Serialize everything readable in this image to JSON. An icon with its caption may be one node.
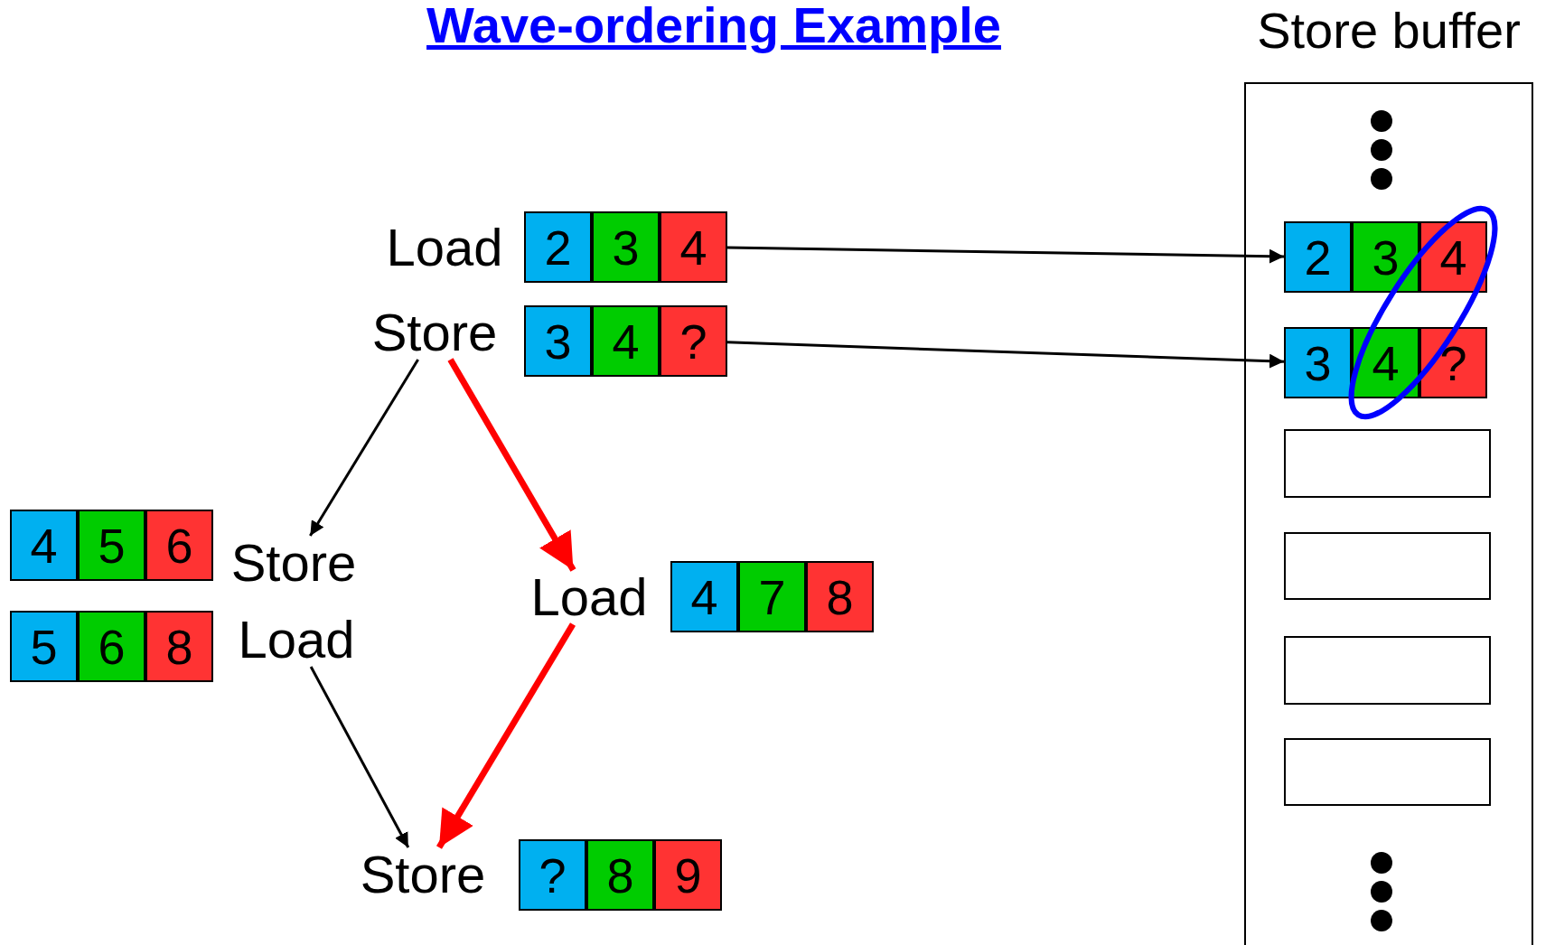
{
  "diagram": {
    "title": "Wave-ordering Example",
    "nodes": [
      {
        "text": [
          "Load"
        ]
      },
      {
        "text": [
          "2"
        ]
      },
      {
        "text": [
          "3"
        ]
      },
      {
        "text": [
          "4"
        ]
      },
      {
        "text": [
          "Store"
        ]
      },
      {
        "text": [
          "3"
        ]
      },
      {
        "text": [
          "4"
        ]
      },
      {
        "text": [
          "?"
        ]
      },
      {
        "text": [
          "Store buffer"
        ]
      },
      {
        "text": [
          "2"
        ],
        "in": 8
      },
      {
        "text": [
          "3"
        ],
        "in": 8
      },
      {
        "text": [
          "4"
        ],
        "in": 8
      },
      {
        "text": [
          "3"
        ],
        "in": 8
      },
      {
        "text": [
          "4"
        ],
        "in": 8
      },
      {
        "text": [
          "?"
        ],
        "in": 8
      },
      {
        "text": [],
        "shape": "box",
        "in": 8
      },
      {
        "text": [],
        "shape": "box",
        "in": 8
      },
      {
        "text": [],
        "shape": "box",
        "in": 8
      },
      {
        "text": [],
        "shape": "box",
        "in": 8
      },
      {
        "text": [
          "4"
        ]
      },
      {
        "text": [
          "5"
        ]
      },
      {
        "text": [
          "6"
        ]
      },
      {
        "text": [
          "Store"
        ]
      },
      {
        "text": [
          "5"
        ]
      },
      {
        "text": [
          "6"
        ]
      },
      {
        "text": [
          "8"
        ]
      },
      {
        "text": [
          "Load"
        ]
      },
      {
        "text": [
          "Load"
        ]
      },
      {
        "text": [
          "4"
        ]
      },
      {
        "text": [
          "7"
        ]
      },
      {
        "text": [
          "8"
        ]
      },
      {
        "text": [
          "Store"
        ]
      },
      {
        "text": [
          "?"
        ]
      },
      {
        "text": [
          "8"
        ]
      },
      {
        "text": [
          "9"
        ]
      }
    ],
    "edges": [
      {
        "from": 3,
        "to": 9,
        "arrow": "to"
      },
      {
        "from": 7,
        "to": 12,
        "arrow": "to"
      },
      {
        "from": 4,
        "to": 22,
        "arrow": "to"
      },
      {
        "from": 4,
        "to": 27,
        "arrow": "to",
        "style": "thick",
        "color": "#ff0000"
      },
      {
        "from": 26,
        "to": 31,
        "arrow": "to"
      },
      {
        "from": 27,
        "to": 31,
        "arrow": "to",
        "style": "thick",
        "color": "#ff0000"
      }
    ]
  }
}
